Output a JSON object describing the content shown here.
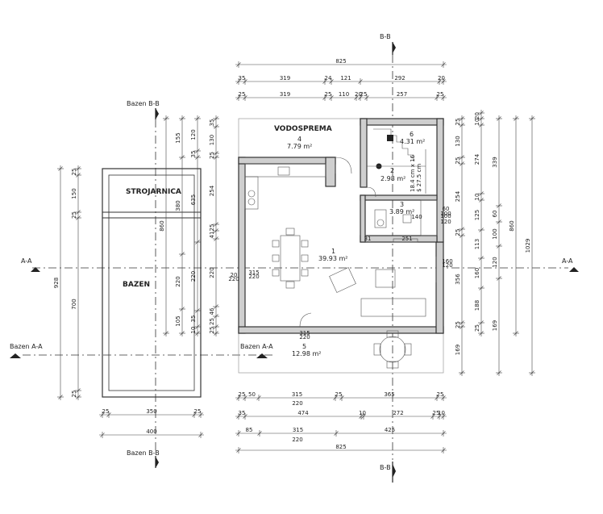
{
  "sections": {
    "bb": "B-B",
    "aa": "A-A",
    "bazen_bb": "Bazen B-B",
    "bazen_aa": "Bazen A-A"
  },
  "pool": {
    "title_machine": "STROJARNICA",
    "title_pool": "BAZEN"
  },
  "rooms": [
    {
      "num": "1",
      "area": "39.93 m²"
    },
    {
      "num": "2",
      "area": "2.98 m²"
    },
    {
      "num": "3",
      "area": "3.89 m²"
    },
    {
      "num": "4",
      "name": "VODOSPREMA",
      "area": "7.79 m²"
    },
    {
      "num": "5",
      "area": "12.98 m²"
    },
    {
      "num": "6",
      "area": "4.31 m²"
    }
  ],
  "stair_note": "18.4 cm x 16",
  "stair_note2": "$ 27.5 cm",
  "top_dims": {
    "row1": [
      "825"
    ],
    "row2": [
      "35",
      "319",
      "24",
      "121",
      "292",
      "20"
    ],
    "row3": [
      "25",
      "319",
      "25",
      "110",
      "20",
      "25",
      "257",
      "25"
    ]
  },
  "bottom_dims": {
    "row1": [
      "25",
      "50",
      "315",
      "25",
      "365",
      "25"
    ],
    "row1_sub": "220",
    "row2": [
      "35",
      "474",
      "10",
      "272",
      "25",
      "10"
    ],
    "row3": [
      "85",
      "315",
      "425"
    ],
    "row3_sub": "220",
    "row4": [
      "825"
    ]
  },
  "pool_dims": {
    "bottom1": [
      "25",
      "350",
      "25"
    ],
    "bottom2": [
      "400"
    ],
    "left1": [
      "25",
      "150",
      "25",
      "700",
      "25"
    ],
    "left2": [
      "928"
    ],
    "mid1": [
      "155",
      "380",
      "220",
      "105"
    ],
    "mid2": [
      "860"
    ],
    "mid3": [
      "120",
      "35",
      "635",
      "220",
      "35",
      "10"
    ],
    "mid4": [
      "35",
      "130",
      "25",
      "254",
      "25",
      "41",
      "220",
      "46",
      "25",
      "25"
    ]
  },
  "right_dims": {
    "r1": [
      "25",
      "130",
      "25",
      "254",
      "25",
      "356",
      "25",
      "169"
    ],
    "r2": [
      "20",
      "10",
      "274",
      "10",
      "125",
      "113",
      "160",
      "188",
      "25"
    ],
    "r3": [
      "339",
      "60",
      "100",
      "120",
      "169"
    ],
    "r4": [
      "860"
    ],
    "r5": [
      "1029"
    ]
  },
  "interior_dims": [
    "31",
    "251",
    "140",
    "60",
    "100",
    "100",
    "120",
    "315",
    "220",
    "20",
    "220",
    "315",
    "220",
    "160",
    "120"
  ]
}
